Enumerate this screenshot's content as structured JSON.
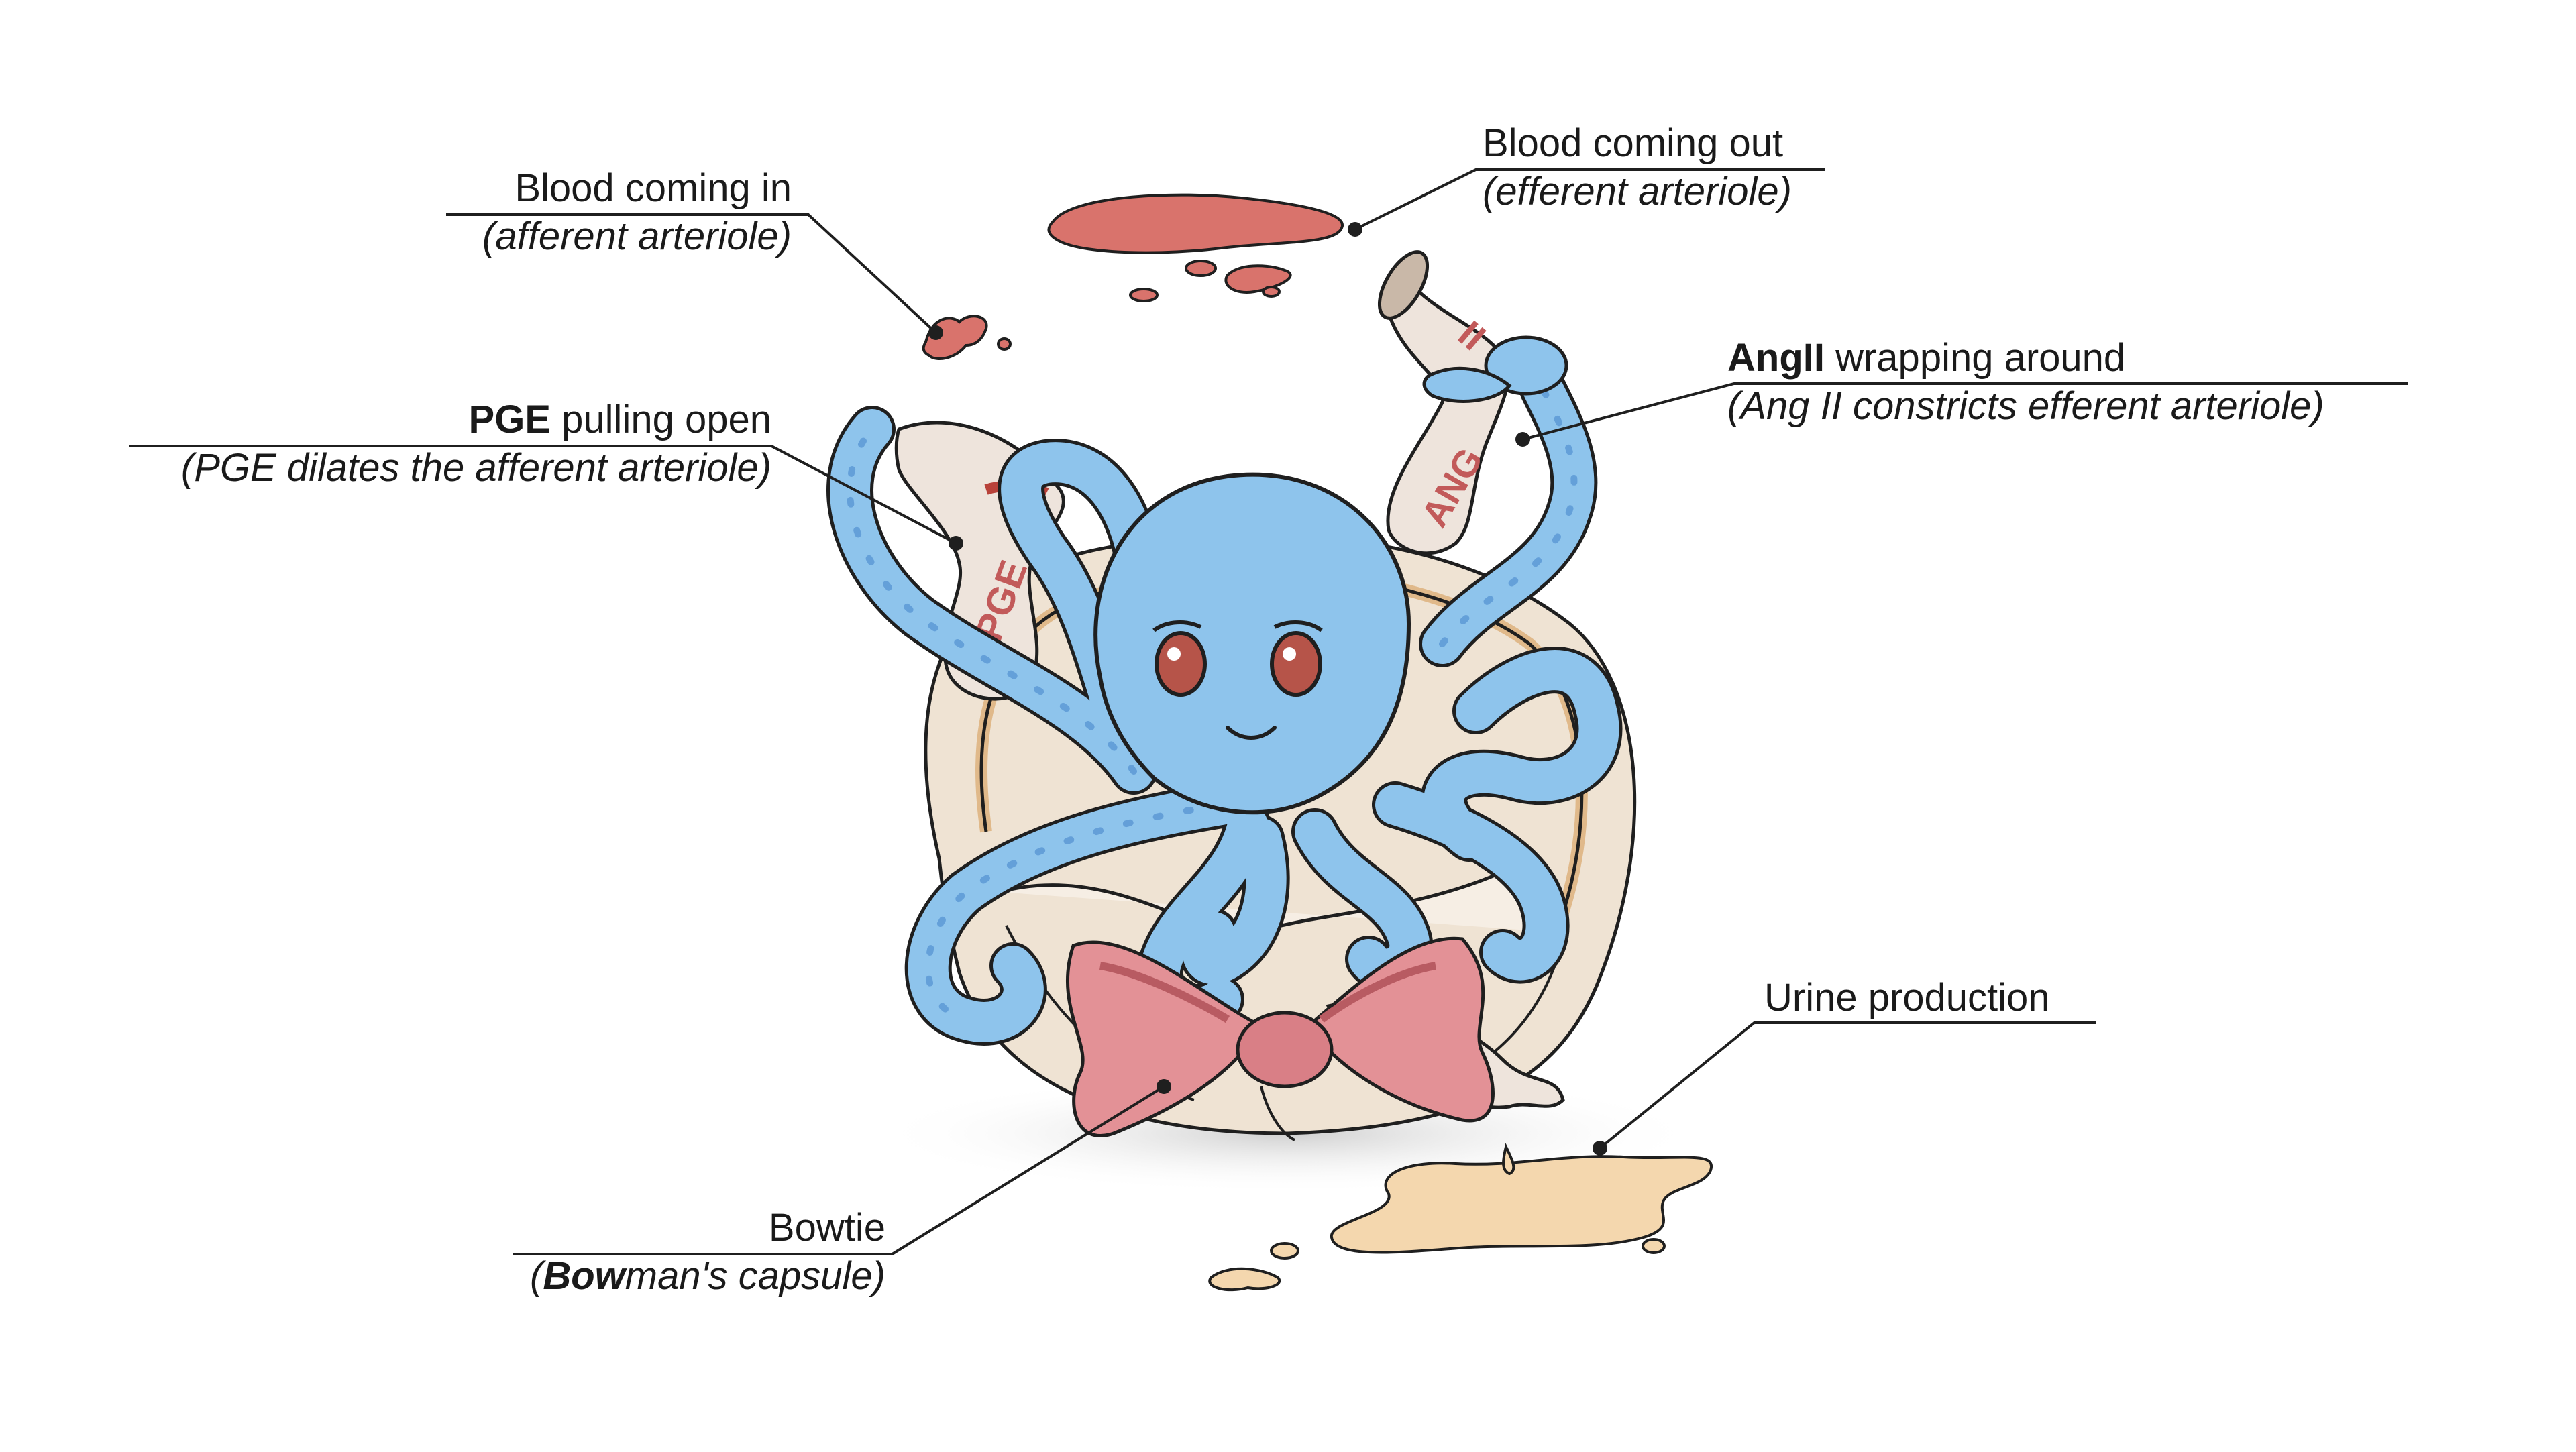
{
  "labels": {
    "blood_in": {
      "title": "Blood coming in",
      "subtitle": "(afferent arteriole)"
    },
    "blood_out": {
      "title": "Blood coming out",
      "subtitle": "(efferent arteriole)"
    },
    "pge": {
      "bold": "PGE",
      "rest": " pulling open",
      "subtitle": "(PGE dilates the afferent arteriole)"
    },
    "angii": {
      "bold": "AngII",
      "rest": " wrapping around",
      "subtitle": "(Ang II constricts efferent arteriole)"
    },
    "urine": {
      "title": "Urine production"
    },
    "bowtie": {
      "title": "Bowtie",
      "sub_open": "(",
      "sub_bold": "Bow",
      "sub_rest": "man's capsule)"
    }
  },
  "vessel_text": {
    "pge": "PGE",
    "ang": "ANG",
    "ii": "II"
  },
  "colors": {
    "octopus": "#8ec4ec",
    "octopus_dark": "#5a97d4",
    "outline": "#1f1f1f",
    "blood": "#d9736c",
    "urine": "#f4d7ae",
    "bow": "#e39196",
    "bow_dark": "#b85b62",
    "capsule": "#f1e7da",
    "capsule_rim": "#e0b98a",
    "vessel": "#eee4dc",
    "eye": "#b65449"
  }
}
